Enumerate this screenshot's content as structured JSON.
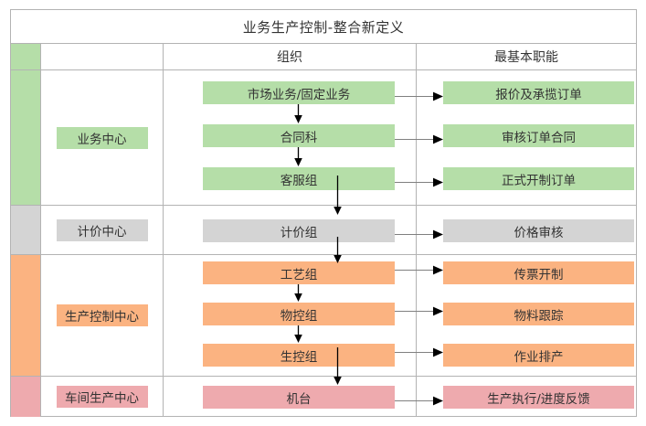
{
  "diagram": {
    "title": "业务生产控制-整合新定义",
    "columns": {
      "stripe": "",
      "center": "",
      "org": "组织",
      "function": "最基本职能"
    },
    "colors": {
      "green": "#b5dea8",
      "gray": "#d4d4d4",
      "orange": "#fbb381",
      "pink": "#eeaaae",
      "border": "#b3b3b3",
      "text": "#333333",
      "connector": "#808080",
      "arrowhead": "#000000"
    },
    "bands": [
      {
        "key": "business",
        "color": "#b5dea8",
        "center_label": "业务中心",
        "rows": [
          {
            "org": "市场业务/固定业务",
            "function": "报价及承揽订单"
          },
          {
            "org": "合同科",
            "function": "审核订单合同"
          },
          {
            "org": "客服组",
            "function": "正式开制订单"
          }
        ]
      },
      {
        "key": "pricing",
        "color": "#d4d4d4",
        "center_label": "计价中心",
        "rows": [
          {
            "org": "计价组",
            "function": "价格审核"
          }
        ]
      },
      {
        "key": "production-control",
        "color": "#fbb381",
        "center_label": "生产控制中心",
        "rows": [
          {
            "org": "工艺组",
            "function": "传票开制"
          },
          {
            "org": "物控组",
            "function": "物料跟踪"
          },
          {
            "org": "生控组",
            "function": "作业排产"
          }
        ]
      },
      {
        "key": "workshop",
        "color": "#eeaaae",
        "center_label": "车间生产中心",
        "rows": [
          {
            "org": "机台",
            "function": "生产执行/进度反馈"
          }
        ]
      }
    ]
  }
}
